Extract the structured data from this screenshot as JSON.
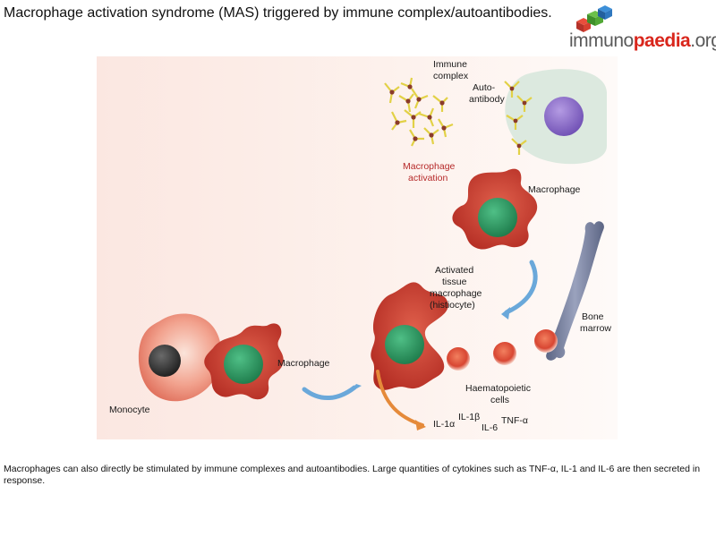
{
  "title": "Macrophage activation syndrome (MAS) triggered by immune complex/autoantibodies.",
  "logo": {
    "part1": "immuno",
    "part2": "paedia",
    "part3": ".org"
  },
  "labels": {
    "immune_complex_1": "Immune",
    "immune_complex_2": "complex",
    "autoantibody_1": "Auto-",
    "autoantibody_2": "antibody",
    "mac_activation_1": "Macrophage",
    "mac_activation_2": "activation",
    "macrophage_top": "Macrophage",
    "activated_1": "Activated",
    "activated_2": "tissue",
    "activated_3": "macrophage",
    "activated_4": "(histiocyte)",
    "bone_1": "Bone",
    "bone_2": "marrow",
    "macrophage_left": "Macrophage",
    "monocyte": "Monocyte",
    "haemato_1": "Haematopoietic",
    "haemato_2": "cells",
    "il1a_base": "IL-1",
    "il1a_sub": "α",
    "il1b_base": "IL-1",
    "il1b_sub": "β",
    "il6_base": "IL-6",
    "tnf": "TNF-α"
  },
  "caption": "Macrophages can also directly be stimulated by immune complexes and autoantibodies. Large quantities of cytokines such as TNF-α,  IL-1 and IL-6 are then secreted in response.",
  "colors": {
    "macrophage_red": "#c9382b",
    "nucleus_green": "#2f9a62",
    "plasma_cell_purple": "#8e6fc7",
    "antibody_yellow": "#e8d84a",
    "arrow_blue": "#5f9fd4",
    "arrow_orange": "#e58a3a",
    "bone_grey": "#7c86a3"
  }
}
